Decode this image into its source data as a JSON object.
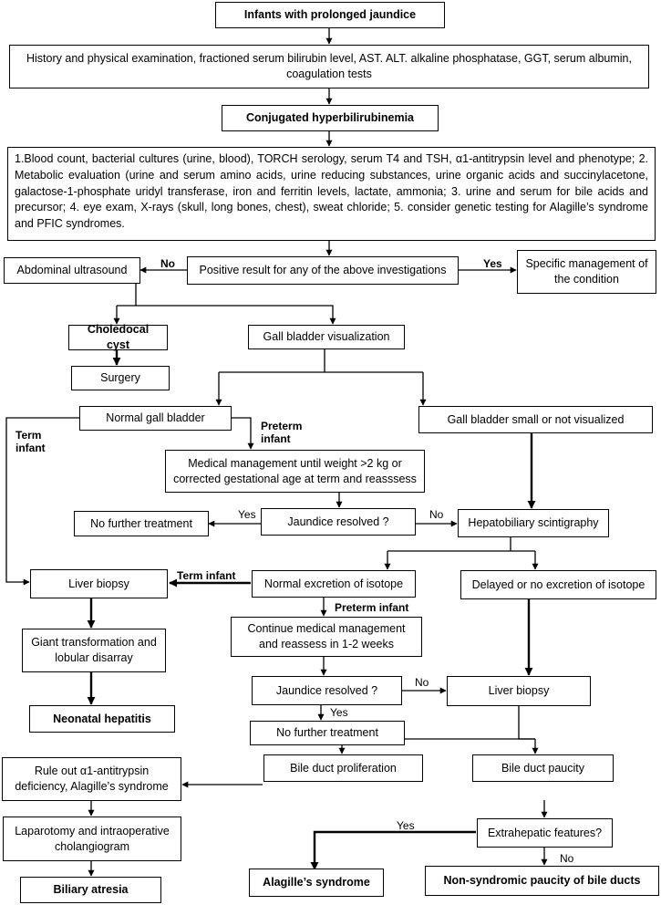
{
  "boxes": {
    "infants": "Infants with prolonged jaundice",
    "history": "History and physical examination, fractioned serum bilirubin level, AST. ALT. alkaline phosphatase, GGT, serum albumin, coagulation tests",
    "conjugated": "Conjugated hyperbilirubinemia",
    "workup": "1.Blood count, bacterial cultures (urine, blood), TORCH serology, serum T4 and TSH, α1-antitrypsin level and phenotype; 2. Metabolic evaluation (urine and serum amino acids, urine reducing substances, urine organic acids and succinylacetone, galactose-1-phosphate uridyl transferase, iron and ferritin levels, lactate, ammonia; 3. urine and serum for bile acids and precursor; 4. eye exam, X-rays (skull, long bones, chest), sweat chloride; 5. consider genetic testing for Alagille’s syndrome and PFIC syndromes.",
    "abdominal_us": "Abdominal ultrasound",
    "positive_result": "Positive result for any of the above investigations",
    "specific_mgmt": "Specific management of the condition",
    "choledocal_cyst": "Choledocal cyst",
    "gb_visualization": "Gall bladder visualization",
    "surgery": "Surgery",
    "normal_gb": "Normal gall bladder",
    "gb_small": "Gall bladder small or not visualized",
    "medical_mgmt": "Medical management until weight >2 kg or corrected gestational age at term and reasssess",
    "no_further_1": "No further treatment",
    "jaundice_resolved_1": "Jaundice resolved ?",
    "hepatobiliary": "Hepatobiliary scintigraphy",
    "liver_biopsy_1": "Liver biopsy",
    "normal_excretion": "Normal excretion of isotope",
    "delayed_excretion": "Delayed or no excretion of isotope",
    "giant_transformation": "Giant transformation and lobular disarray",
    "continue_mgmt": "Continue medical management and reassess in 1-2 weeks",
    "jaundice_resolved_2": "Jaundice resolved ?",
    "liver_biopsy_2": "Liver biopsy",
    "neonatal_hepatitis": "Neonatal hepatitis",
    "no_further_2": "No further treatment",
    "rule_out": "Rule out α1-antitrypsin deficiency, Alagille’s syndrome",
    "bile_prolif": "Bile duct proliferation",
    "bile_paucity": "Bile duct paucity",
    "laparotomy": "Laparotomy and intraoperative cholangiogram",
    "extrahepatic": "Extrahepatic features?",
    "biliary_atresia": "Biliary atresia",
    "alagille": "Alagille’s syndrome",
    "non_syndromic": "Non-syndromic paucity of bile ducts"
  },
  "labels": {
    "no_1": "No",
    "yes_1": "Yes",
    "term_infant_1": "Term infant",
    "preterm_infant_1": "Preterm infant",
    "yes_2": "Yes",
    "no_2": "No",
    "term_infant_2": "Term infant",
    "preterm_infant_2": "Preterm infant",
    "no_3": "No",
    "yes_3": "Yes",
    "yes_4": "Yes",
    "no_4": "No"
  }
}
